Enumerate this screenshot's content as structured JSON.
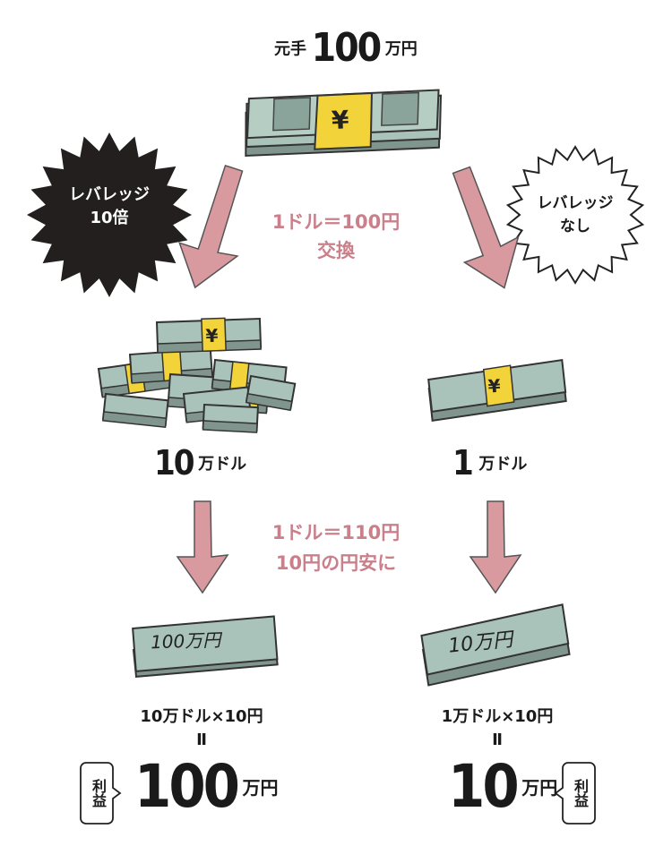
{
  "top": {
    "label": "元手",
    "amount": "100",
    "unit": "万円"
  },
  "badges": {
    "leverage10": {
      "line1": "レバレッジ",
      "line2": "10倍"
    },
    "noLeverage": {
      "line1": "レバレッジ",
      "line2": "なし"
    }
  },
  "exchange1": {
    "line1": "1ドル＝100円",
    "line2": "交換"
  },
  "exchange2": {
    "line1": "1ドル＝110円",
    "line2": "10円の円安に"
  },
  "left": {
    "holding_amount": "10",
    "holding_unit": "万ドル",
    "bundle_label": "100万円",
    "calc": "10万ドル×10円",
    "equals": "Ⅱ",
    "profit_tag": "利益",
    "profit_amount": "100",
    "profit_unit": "万円"
  },
  "right": {
    "holding_amount": "1",
    "holding_unit": "万ドル",
    "bundle_label": "10万円",
    "calc": "1万ドル×10円",
    "equals": "Ⅱ",
    "profit_tag": "利益",
    "profit_amount": "10",
    "profit_unit": "万円"
  },
  "colors": {
    "arrow": "#d89a9f",
    "note": "#c9808b",
    "bill": "#a9c3ba",
    "band": "#f3d33a",
    "badge_dark": "#231f1f"
  },
  "icons": {
    "bundle": "yen-bundle-icon",
    "arrow": "down-arrow-icon",
    "badge": "starburst-badge-icon"
  }
}
